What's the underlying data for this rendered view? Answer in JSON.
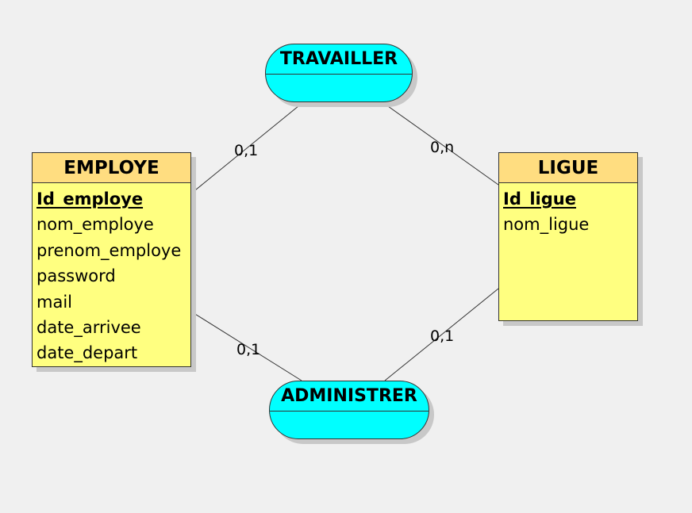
{
  "entities": {
    "employe": {
      "name": "EMPLOYE",
      "attributes": [
        {
          "label": "Id_employe",
          "primary_key": true
        },
        {
          "label": "nom_employe",
          "primary_key": false
        },
        {
          "label": "prenom_employe",
          "primary_key": false
        },
        {
          "label": "password",
          "primary_key": false
        },
        {
          "label": "mail",
          "primary_key": false
        },
        {
          "label": "date_arrivee",
          "primary_key": false
        },
        {
          "label": "date_depart",
          "primary_key": false
        }
      ]
    },
    "ligue": {
      "name": "LIGUE",
      "attributes": [
        {
          "label": "Id_ligue",
          "primary_key": true
        },
        {
          "label": "nom_ligue",
          "primary_key": false
        }
      ]
    }
  },
  "associations": {
    "travailler": {
      "name": "TRAVAILLER"
    },
    "administrer": {
      "name": "ADMINISTRER"
    }
  },
  "cardinalities": {
    "employe_travailler": "0,1",
    "ligue_travailler": "0,n",
    "employe_administrer": "0,1",
    "ligue_administrer": "0,1"
  },
  "colors": {
    "entity_header": "#ffdd80",
    "entity_body": "#ffff80",
    "association": "#00ffff",
    "background": "#f0f0f0"
  }
}
